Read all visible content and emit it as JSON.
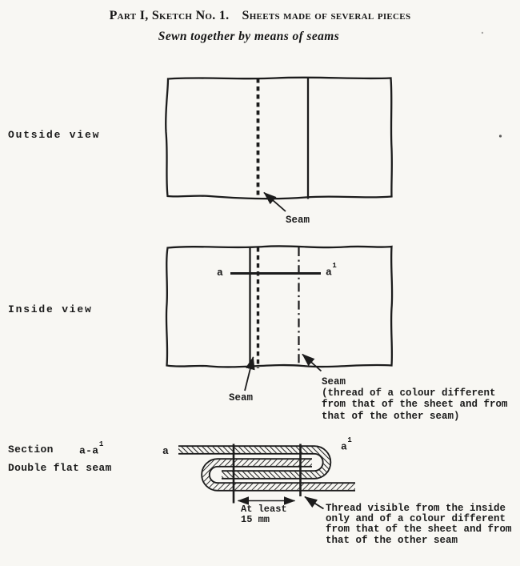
{
  "header": {
    "title_part1": "Part I, Sketch No. 1.",
    "title_part2": "Sheets made of several pieces",
    "subtitle": "Sewn together by means of seams"
  },
  "outside_view": {
    "label": "Outside view",
    "seam_label": "Seam"
  },
  "inside_view": {
    "label": "Inside view",
    "point_a": "a",
    "point_a1_base": "a",
    "point_a1_sup": "1",
    "seam_label": "Seam",
    "seam2_lines": [
      "Seam",
      "(thread of a colour different",
      "from that of the sheet and from",
      "that of the other seam)"
    ]
  },
  "section": {
    "label_section": "Section",
    "label_aa_base": "a-a",
    "label_aa_sup": "1",
    "label_seam_type": "Double flat seam",
    "point_a": "a",
    "point_a1_base": "a",
    "point_a1_sup": "1",
    "dimension_line1": "At least",
    "dimension_line2": "15 mm",
    "thread_note_lines": [
      "Thread visible from the inside",
      "only and of a colour different",
      "from that of the sheet and from",
      "that of the other seam"
    ]
  },
  "colors": {
    "ink": "#1c1c1c",
    "paper": "#f8f7f3"
  }
}
